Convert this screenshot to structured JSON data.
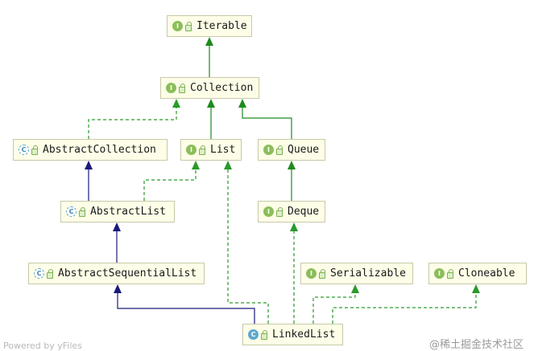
{
  "nodes": [
    {
      "id": "iterable",
      "label": "Iterable",
      "kind": "interface",
      "kind_letter": "I"
    },
    {
      "id": "collection",
      "label": "Collection",
      "kind": "interface",
      "kind_letter": "I"
    },
    {
      "id": "abstractcollection",
      "label": "AbstractCollection",
      "kind": "abstract-class",
      "kind_letter": "C"
    },
    {
      "id": "list",
      "label": "List",
      "kind": "interface",
      "kind_letter": "I"
    },
    {
      "id": "queue",
      "label": "Queue",
      "kind": "interface",
      "kind_letter": "I"
    },
    {
      "id": "abstractlist",
      "label": "AbstractList",
      "kind": "abstract-class",
      "kind_letter": "C"
    },
    {
      "id": "deque",
      "label": "Deque",
      "kind": "interface",
      "kind_letter": "I"
    },
    {
      "id": "abstractsequentiallist",
      "label": "AbstractSequentialList",
      "kind": "abstract-class",
      "kind_letter": "C"
    },
    {
      "id": "serializable",
      "label": "Serializable",
      "kind": "interface",
      "kind_letter": "I"
    },
    {
      "id": "cloneable",
      "label": "Cloneable",
      "kind": "interface",
      "kind_letter": "I"
    },
    {
      "id": "linkedlist",
      "label": "LinkedList",
      "kind": "class",
      "kind_letter": "C"
    }
  ],
  "edges": [
    {
      "from": "collection",
      "to": "iterable",
      "type": "extends-interface"
    },
    {
      "from": "abstractcollection",
      "to": "collection",
      "type": "implements"
    },
    {
      "from": "list",
      "to": "collection",
      "type": "extends-interface"
    },
    {
      "from": "queue",
      "to": "collection",
      "type": "extends-interface"
    },
    {
      "from": "abstractlist",
      "to": "abstractcollection",
      "type": "extends-class"
    },
    {
      "from": "abstractlist",
      "to": "list",
      "type": "implements"
    },
    {
      "from": "deque",
      "to": "queue",
      "type": "extends-interface"
    },
    {
      "from": "abstractsequentiallist",
      "to": "abstractlist",
      "type": "extends-class"
    },
    {
      "from": "linkedlist",
      "to": "abstractsequentiallist",
      "type": "extends-class"
    },
    {
      "from": "linkedlist",
      "to": "list",
      "type": "implements"
    },
    {
      "from": "linkedlist",
      "to": "deque",
      "type": "implements"
    },
    {
      "from": "linkedlist",
      "to": "serializable",
      "type": "implements"
    },
    {
      "from": "linkedlist",
      "to": "cloneable",
      "type": "implements"
    }
  ],
  "colors": {
    "extends_interface": "#1e8a1e",
    "implements": "#2a9a2a",
    "extends_class": "#1a1a7a",
    "node_fill": "#fefee8",
    "node_border": "#c8c8a8"
  },
  "icons": {
    "lock": "lock-icon"
  },
  "footer": {
    "left": "Powered by yFiles",
    "right": "@稀土掘金技术社区"
  }
}
